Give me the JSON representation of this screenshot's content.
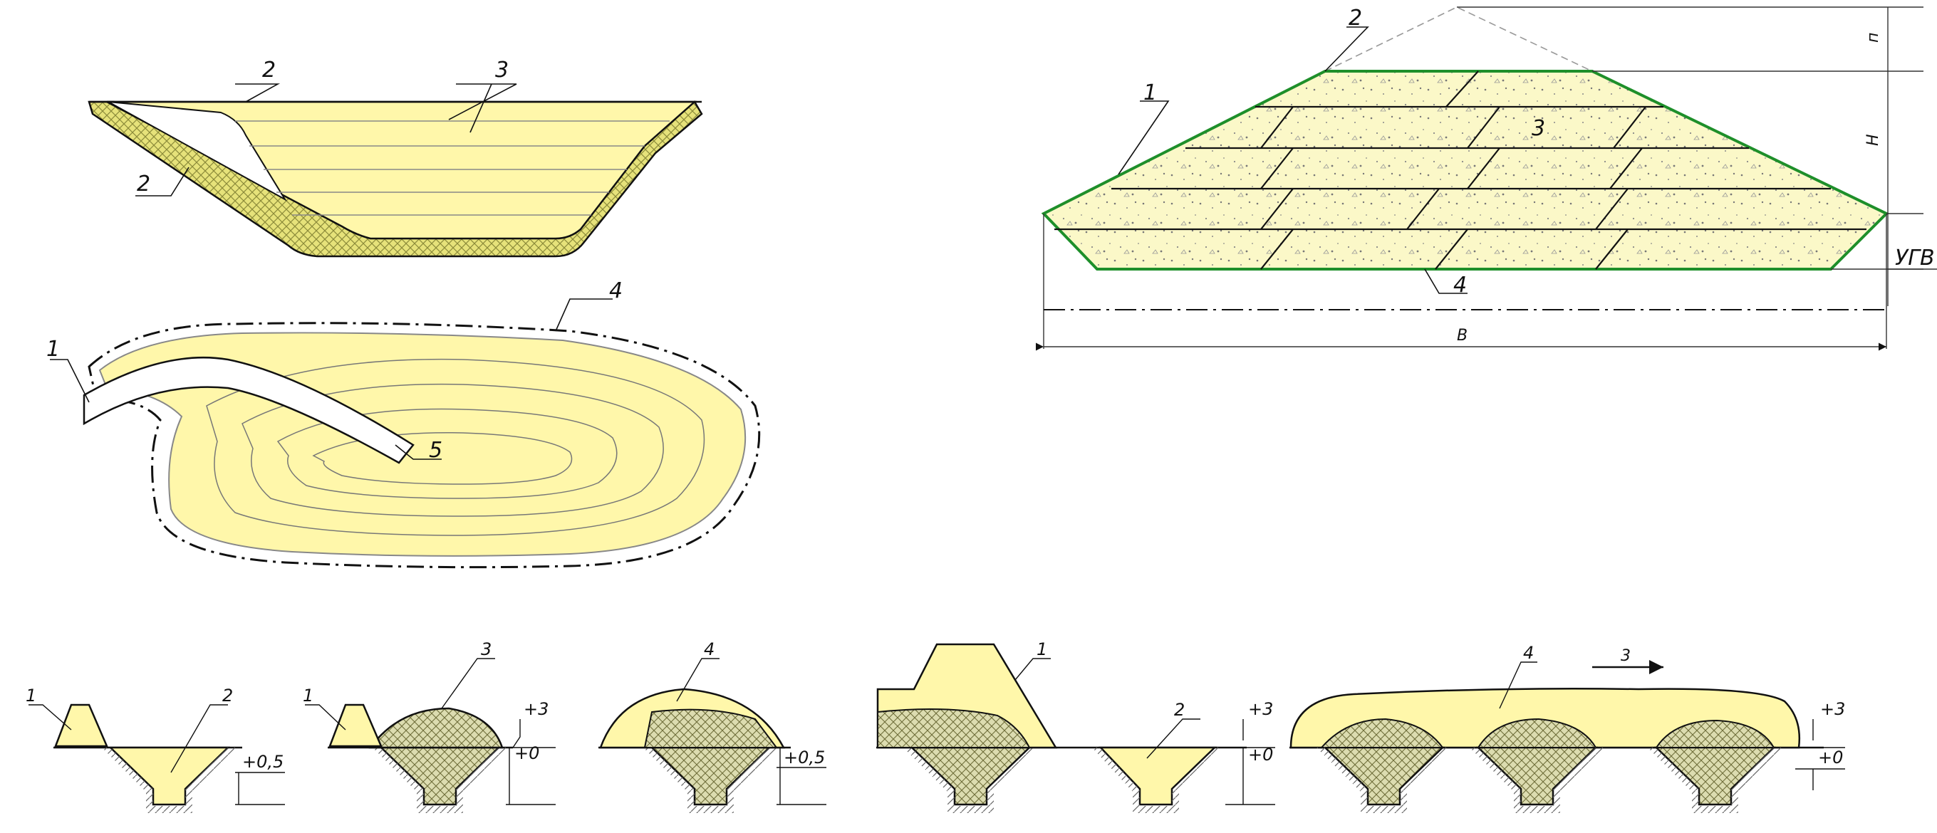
{
  "colors": {
    "sand": "#FFF7AA",
    "sand_dark": "#F2EC86",
    "clay": "#E6E27A",
    "hatch": "#8C8B3A",
    "green": "#1E8F2A",
    "ink": "#111111",
    "dim_line": "#333333"
  },
  "fig_a": {
    "labels": [
      "2",
      "3",
      "2"
    ]
  },
  "fig_b": {
    "labels": [
      "4",
      "1",
      "5"
    ]
  },
  "fig_c": {
    "labels": [
      "2",
      "1",
      "3",
      "4"
    ],
    "dims": {
      "n": "п",
      "h": "H",
      "ugv": "УГВ",
      "b": "В"
    }
  },
  "fig_d": {
    "panels": [
      {
        "labels": [
          "1",
          "2"
        ],
        "marks": [
          "+0,5"
        ]
      },
      {
        "labels": [
          "1",
          "3"
        ],
        "marks": [
          "+3",
          "+0"
        ]
      },
      {
        "labels": [
          "4"
        ],
        "marks": [
          "+0,5"
        ]
      },
      {
        "labels": [
          "1",
          "2"
        ],
        "marks": [
          "+3",
          "+0"
        ]
      },
      {
        "labels": [
          "4",
          "3"
        ],
        "marks": [
          "+3",
          "+0"
        ]
      }
    ]
  }
}
